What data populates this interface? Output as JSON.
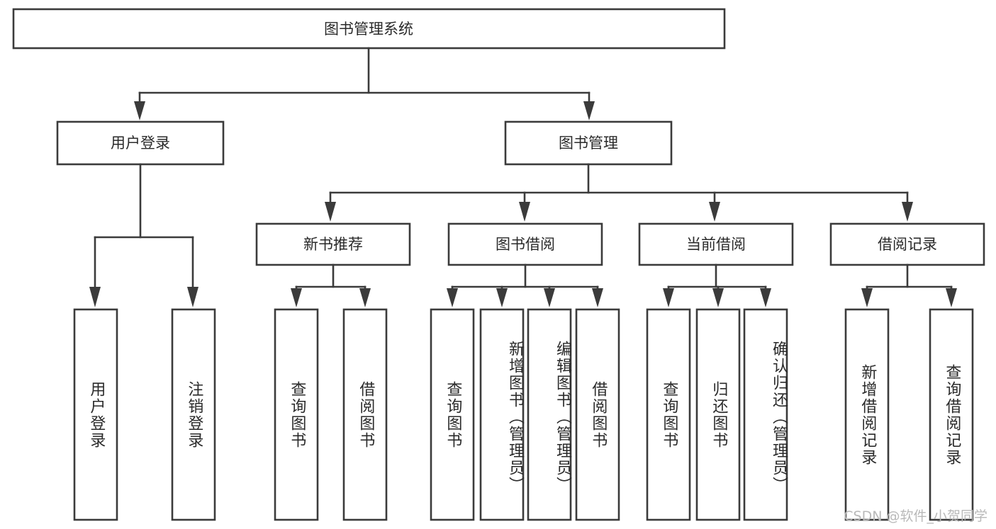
{
  "diagram": {
    "type": "tree",
    "title": "图书管理系统",
    "watermark": "CSDN @软件_小贺同学",
    "colors": {
      "box_stroke": "#3b3b3b",
      "box_fill": "#ffffff",
      "text": "#2a2a2a",
      "background": "#ffffff",
      "watermark": "#b9b9b9"
    },
    "root": {
      "label": "图书管理系统"
    },
    "level2": [
      {
        "label": "用户登录"
      },
      {
        "label": "图书管理"
      }
    ],
    "level3": [
      {
        "label": "新书推荐"
      },
      {
        "label": "图书借阅"
      },
      {
        "label": "当前借阅"
      },
      {
        "label": "借阅记录"
      }
    ],
    "leaves": {
      "user_login": [
        {
          "label": "用户登录"
        },
        {
          "label": "注销登录"
        }
      ],
      "new_book_recommend": [
        {
          "label": "查询图书"
        },
        {
          "label": "借阅图书"
        }
      ],
      "book_borrow": [
        {
          "label": "查询图书"
        },
        {
          "label": "新增图书（管理员）"
        },
        {
          "label": "编辑图书（管理员）"
        },
        {
          "label": "借阅图书"
        }
      ],
      "current_borrow": [
        {
          "label": "查询图书"
        },
        {
          "label": "归还图书"
        },
        {
          "label": "确认归还（管理员）"
        }
      ],
      "borrow_record": [
        {
          "label": "新增借阅记录"
        },
        {
          "label": "查询借阅记录"
        }
      ]
    }
  }
}
